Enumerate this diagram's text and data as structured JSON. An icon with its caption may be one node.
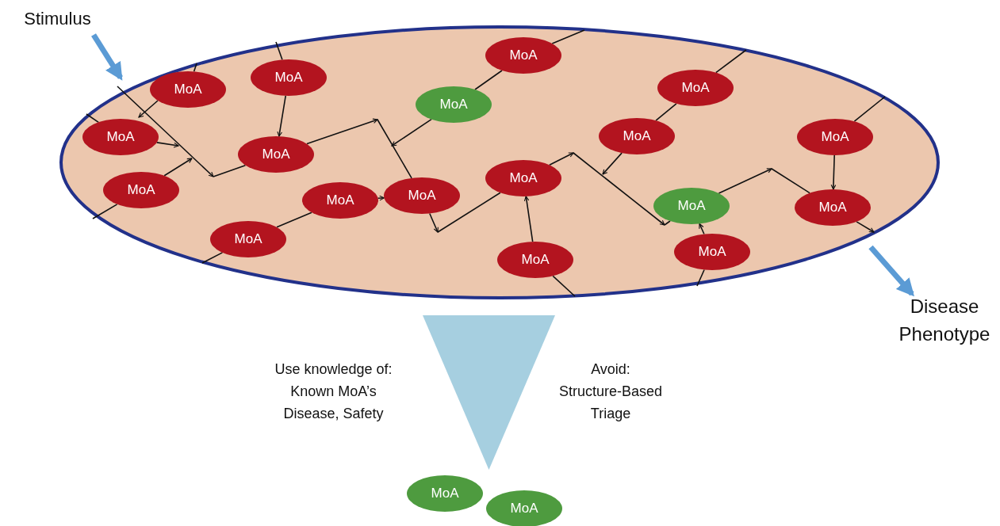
{
  "diagram": {
    "nodes": [
      {
        "text": [
          "Stimulus"
        ]
      },
      {
        "text": [],
        "shape": "ellipse"
      },
      {
        "text": [
          "MoA"
        ],
        "in": 1
      },
      {
        "text": [
          "MoA"
        ],
        "in": 1
      },
      {
        "text": [
          "MoA"
        ],
        "in": 1
      },
      {
        "text": [
          "MoA"
        ],
        "in": 1
      },
      {
        "text": [
          "MoA"
        ],
        "in": 1
      },
      {
        "text": [
          "MoA"
        ],
        "in": 1
      },
      {
        "text": [
          "MoA"
        ],
        "in": 1
      },
      {
        "text": [
          "MoA"
        ],
        "in": 1
      },
      {
        "text": [
          "MoA"
        ],
        "in": 1
      },
      {
        "text": [
          "MoA"
        ],
        "in": 1
      },
      {
        "text": [
          "MoA"
        ],
        "in": 1
      },
      {
        "text": [
          "MoA"
        ],
        "in": 1
      },
      {
        "text": [
          "MoA"
        ],
        "in": 1
      },
      {
        "text": [
          "MoA"
        ],
        "in": 1
      },
      {
        "text": [
          "MoA"
        ],
        "in": 1
      },
      {
        "text": [
          "MoA"
        ],
        "in": 1
      },
      {
        "text": [
          "MoA"
        ],
        "in": 1
      },
      {
        "text": [
          "MoA"
        ],
        "in": 1
      },
      {
        "text": [
          "Disease Phenotype"
        ]
      },
      {
        "text": [],
        "shape": "triangle",
        "beside": [
          "Use knowledge of: Known MoA’s Disease, Safety",
          "Avoid: Structure-Based Triage"
        ]
      },
      {
        "text": [
          "MoA"
        ]
      },
      {
        "text": [
          "MoA"
        ]
      }
    ],
    "edges": [
      {
        "from": 0,
        "to": 1,
        "arrow": "to",
        "style": "thick",
        "color": "#5b9bd5"
      },
      {
        "from": 1,
        "to": 20,
        "arrow": "to",
        "style": "thick",
        "color": "#5b9bd5"
      },
      {
        "from": 1,
        "to": 2,
        "arrow": "none"
      },
      {
        "from": 2,
        "to": null,
        "arrow": "to"
      },
      {
        "from": 1,
        "to": 3,
        "arrow": "none"
      },
      {
        "from": 3,
        "to": 8,
        "arrow": "to"
      },
      {
        "from": 1,
        "to": 5,
        "arrow": "none"
      },
      {
        "from": 5,
        "to": 4,
        "arrow": "none"
      },
      {
        "from": 4,
        "to": null,
        "arrow": "to"
      },
      {
        "from": 1,
        "to": 6,
        "arrow": "none"
      },
      {
        "from": 6,
        "to": 9,
        "arrow": "none"
      },
      {
        "from": 9,
        "to": null,
        "arrow": "to"
      },
      {
        "from": 1,
        "to": 7,
        "arrow": "none"
      },
      {
        "from": 7,
        "to": null,
        "arrow": "to"
      },
      {
        "from": null,
        "to": 8,
        "arrow": "none"
      },
      {
        "from": 8,
        "to": null,
        "arrow": "to"
      },
      {
        "from": 1,
        "to": 10,
        "arrow": "none"
      },
      {
        "from": 10,
        "to": 16,
        "arrow": "to"
      },
      {
        "from": 1,
        "to": 11,
        "arrow": "none"
      },
      {
        "from": 11,
        "to": null,
        "arrow": "to"
      },
      {
        "from": 1,
        "to": 17,
        "arrow": "none"
      },
      {
        "from": 17,
        "to": 12,
        "arrow": "none"
      },
      {
        "from": 12,
        "to": 13,
        "arrow": "to"
      },
      {
        "from": null,
        "to": 13,
        "arrow": "none"
      },
      {
        "from": 13,
        "to": null,
        "arrow": "to"
      },
      {
        "from": null,
        "to": 14,
        "arrow": "none"
      },
      {
        "from": 14,
        "to": null,
        "arrow": "to"
      },
      {
        "from": null,
        "to": 15,
        "arrow": "none"
      },
      {
        "from": 15,
        "to": null,
        "arrow": "to"
      },
      {
        "from": 19,
        "to": 15,
        "arrow": "to"
      },
      {
        "from": null,
        "to": 16,
        "arrow": "none"
      },
      {
        "from": 16,
        "to": 1,
        "arrow": "to"
      },
      {
        "from": 1,
        "to": 18,
        "arrow": "none"
      },
      {
        "from": 18,
        "to": 14,
        "arrow": "to"
      },
      {
        "from": 1,
        "to": 19,
        "arrow": "none"
      },
      {
        "from": 1,
        "to": 8,
        "arrow": "to"
      }
    ]
  }
}
